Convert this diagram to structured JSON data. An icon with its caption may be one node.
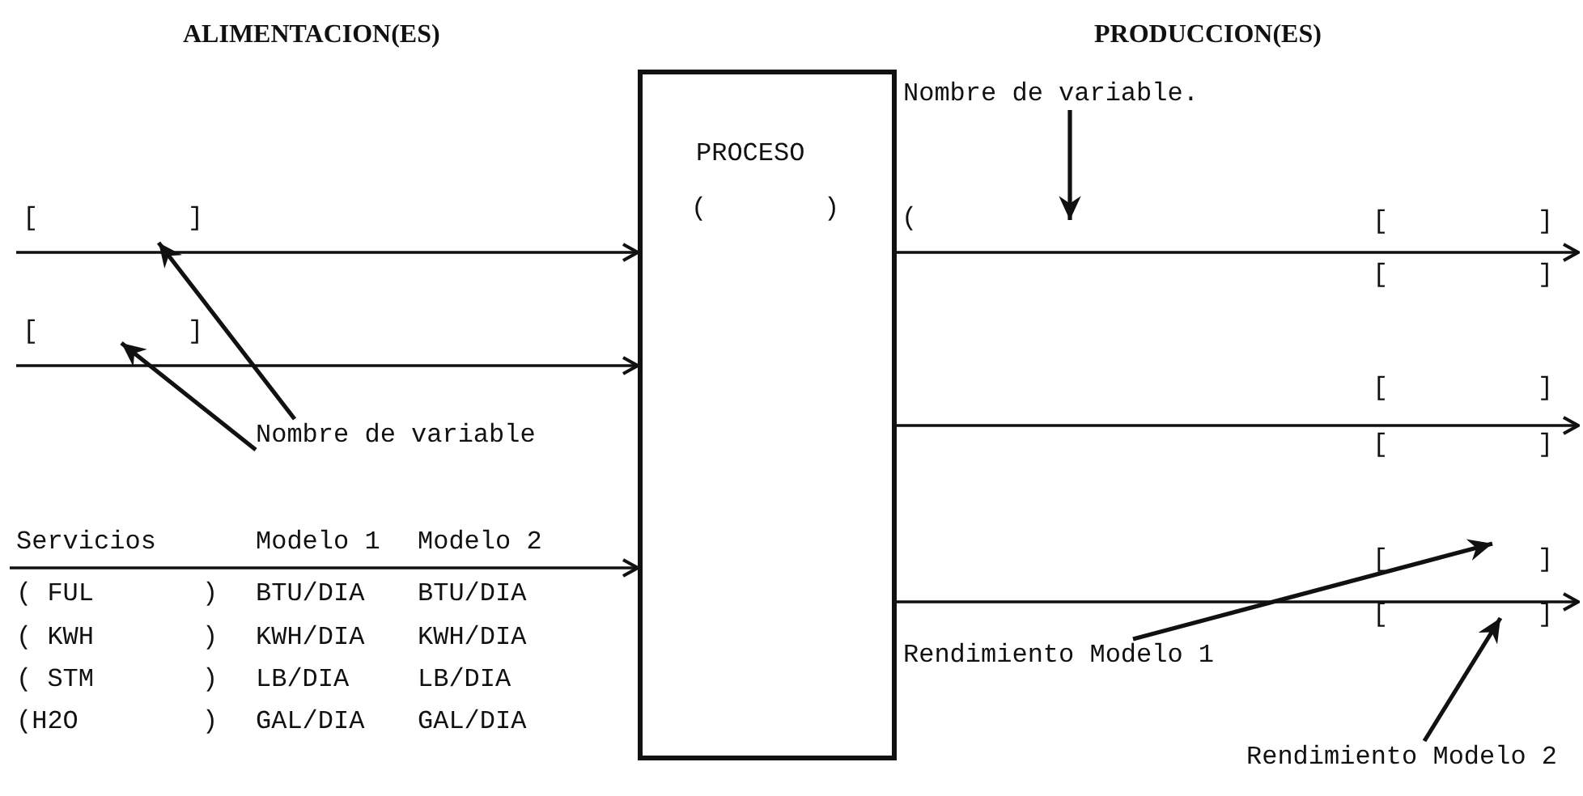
{
  "diagram": {
    "nodes": [
      {
        "text": [
          "PROCESO",
          "(",
          ")"
        ]
      },
      {
        "text": [
          "Nombre de variable"
        ]
      },
      {
        "text": [
          "Nombre de variable."
        ]
      },
      {
        "text": [
          "Rendimiento Modelo 1"
        ]
      },
      {
        "text": [
          "Rendimiento Modelo 2"
        ]
      }
    ],
    "edges": [
      {
        "from": null,
        "to": 0,
        "arrow": "to"
      },
      {
        "from": null,
        "to": 0,
        "arrow": "to"
      },
      {
        "from": null,
        "to": 0,
        "arrow": "to"
      },
      {
        "from": 0,
        "to": null,
        "arrow": "to"
      },
      {
        "from": 0,
        "to": null,
        "arrow": "to"
      },
      {
        "from": 0,
        "to": null,
        "arrow": "to"
      },
      {
        "from": 1,
        "to": null,
        "arrow": "to"
      },
      {
        "from": 1,
        "to": null,
        "arrow": "to"
      },
      {
        "from": 2,
        "to": null,
        "arrow": "to"
      },
      {
        "from": 3,
        "to": null,
        "arrow": "to"
      },
      {
        "from": 4,
        "to": null,
        "arrow": "to"
      }
    ],
    "labels": [
      "ALIMENTACION(ES)",
      "PRODUCCION(ES)",
      "[",
      "]",
      "(",
      "[",
      "]",
      "[",
      "]",
      "[",
      "]",
      "[",
      "]",
      "[",
      "]",
      "Servicios",
      "Modelo 1",
      "Modelo 2",
      "[",
      "]",
      "[",
      "]",
      "( FUL",
      ")",
      "BTU/DIA",
      "BTU/DIA",
      "( KWH",
      ")",
      "KWH/DIA",
      "KWH/DIA",
      "( STM",
      ")",
      "LB/DIA",
      "LB/DIA",
      "(H2O",
      ")",
      "GAL/DIA",
      "GAL/DIA"
    ]
  }
}
